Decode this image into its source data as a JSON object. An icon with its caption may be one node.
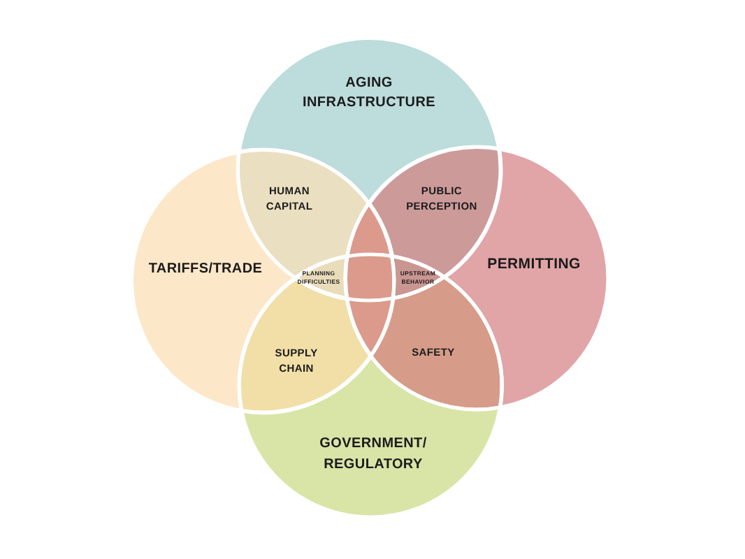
{
  "diagram": {
    "nodes": [
      {
        "text": [
          "AGING INFRASTRUCTURE"
        ]
      },
      {
        "text": [
          "HUMAN CAPITAL"
        ]
      },
      {
        "text": [
          "PUBLIC PERCEPTION"
        ]
      },
      {
        "text": [
          "TARIFFS/TRADE"
        ]
      },
      {
        "text": [
          "PLANNING DIFFICULTIES"
        ]
      },
      {
        "text": [],
        "shape": "lens"
      },
      {
        "text": [
          "UPSTREAM BEHAVIOR"
        ]
      },
      {
        "text": [
          "PERMITTING"
        ]
      },
      {
        "text": [
          "SUPPLY CHAIN"
        ]
      },
      {
        "text": [
          "SAFETY"
        ]
      },
      {
        "text": [
          "GOVERNMENT/ REGULATORY"
        ]
      }
    ]
  }
}
